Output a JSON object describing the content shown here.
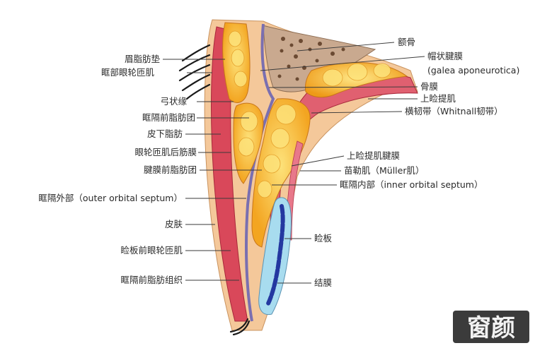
{
  "labels_left": {
    "brow_fat_pad": "眉脂肪垫",
    "orbital_orbicularis": "眶部眼轮匝肌",
    "arcus_marginalis": "弓状缘",
    "preseptal_fat_pad": "眶隔前脂肪团",
    "subcutaneous_fat": "皮下脂肪",
    "roof": "眼轮匝肌后筋膜",
    "preaponeurotic_fat": "腱膜前脂肪团",
    "outer_septum": "眶隔外部（outer orbital septum）",
    "skin": "皮肤",
    "pretarsal_orbicularis": "睑板前眼轮匝肌",
    "preseptal_fat_tissue": "眶隔前脂肪组织"
  },
  "labels_right": {
    "frontal_bone": "额骨",
    "galea_zh": "帽状腱膜",
    "galea_en": "(galea aponeurotica)",
    "periosteum": "骨膜",
    "levator": "上睑提肌",
    "whitnall": "横韧带（Whitnall韧带）",
    "levator_aponeurosis": "上睑提肌腱膜",
    "muller": "苗勒肌（Müller肌）",
    "inner_septum": "眶隔内部（inner orbital septum）",
    "tarsus": "睑板",
    "conjunctiva": "结膜"
  },
  "watermark": {
    "text": "窗颜"
  },
  "colors": {
    "skin": "#f4c89a",
    "muscle": "#d9485a",
    "fat": "#f5b22e",
    "fat_light": "#fde27a",
    "bone": "#c9a98f",
    "septum": "#7a6fb0",
    "tarsus": "#a8dcef",
    "tarsus_core": "#2438a0"
  }
}
